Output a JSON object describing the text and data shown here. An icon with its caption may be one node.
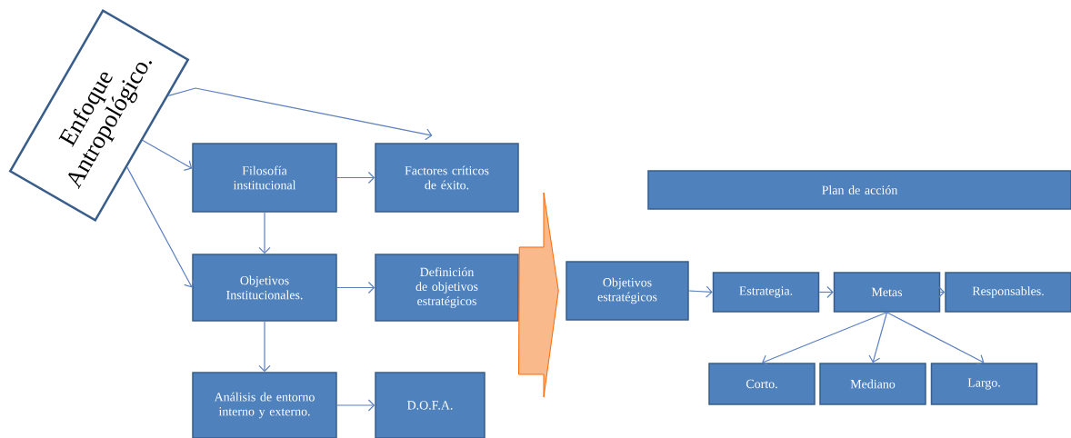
{
  "diagram": {
    "nodes": [
      {
        "text": [
          "Enfoque Antropológico."
        ]
      },
      {
        "text": [
          "Filosofía institucional"
        ]
      },
      {
        "text": [
          "Factores críticos de éxito."
        ]
      },
      {
        "text": [
          "Objetivos Institucionales."
        ]
      },
      {
        "text": [
          "Definición de objetivos estratégicos"
        ]
      },
      {
        "text": [
          "Análisis de entorno interno y externo."
        ]
      },
      {
        "text": [
          "D.O.F.A."
        ]
      },
      {
        "text": [
          "Plan de acción"
        ]
      },
      {
        "text": [
          "Objetivos estratégicos"
        ]
      },
      {
        "text": [
          "Estrategia."
        ]
      },
      {
        "text": [
          "Metas"
        ]
      },
      {
        "text": [
          "Responsables."
        ]
      },
      {
        "text": [
          "Corto."
        ]
      },
      {
        "text": [
          "Mediano"
        ]
      },
      {
        "text": [
          "Largo."
        ]
      }
    ],
    "edges": [
      {
        "from": 0,
        "to": 2,
        "arrow": "to"
      },
      {
        "from": 0,
        "to": 1,
        "arrow": "to"
      },
      {
        "from": 0,
        "to": 3,
        "arrow": "to"
      },
      {
        "from": 1,
        "to": 2,
        "arrow": "to"
      },
      {
        "from": 1,
        "to": 3,
        "arrow": "to"
      },
      {
        "from": 3,
        "to": 4,
        "arrow": "to"
      },
      {
        "from": 3,
        "to": 5,
        "arrow": "to"
      },
      {
        "from": 5,
        "to": 6,
        "arrow": "to"
      },
      {
        "from": 4,
        "to": 8,
        "arrow": "to",
        "style": "thick",
        "color": "#f9b98a"
      },
      {
        "from": 8,
        "to": 9,
        "arrow": "to"
      },
      {
        "from": 9,
        "to": 10,
        "arrow": "to"
      },
      {
        "from": 10,
        "to": 11,
        "arrow": "to"
      },
      {
        "from": 10,
        "to": 12,
        "arrow": "to"
      },
      {
        "from": 10,
        "to": 13,
        "arrow": "to"
      },
      {
        "from": 10,
        "to": 14,
        "arrow": "to"
      }
    ]
  }
}
